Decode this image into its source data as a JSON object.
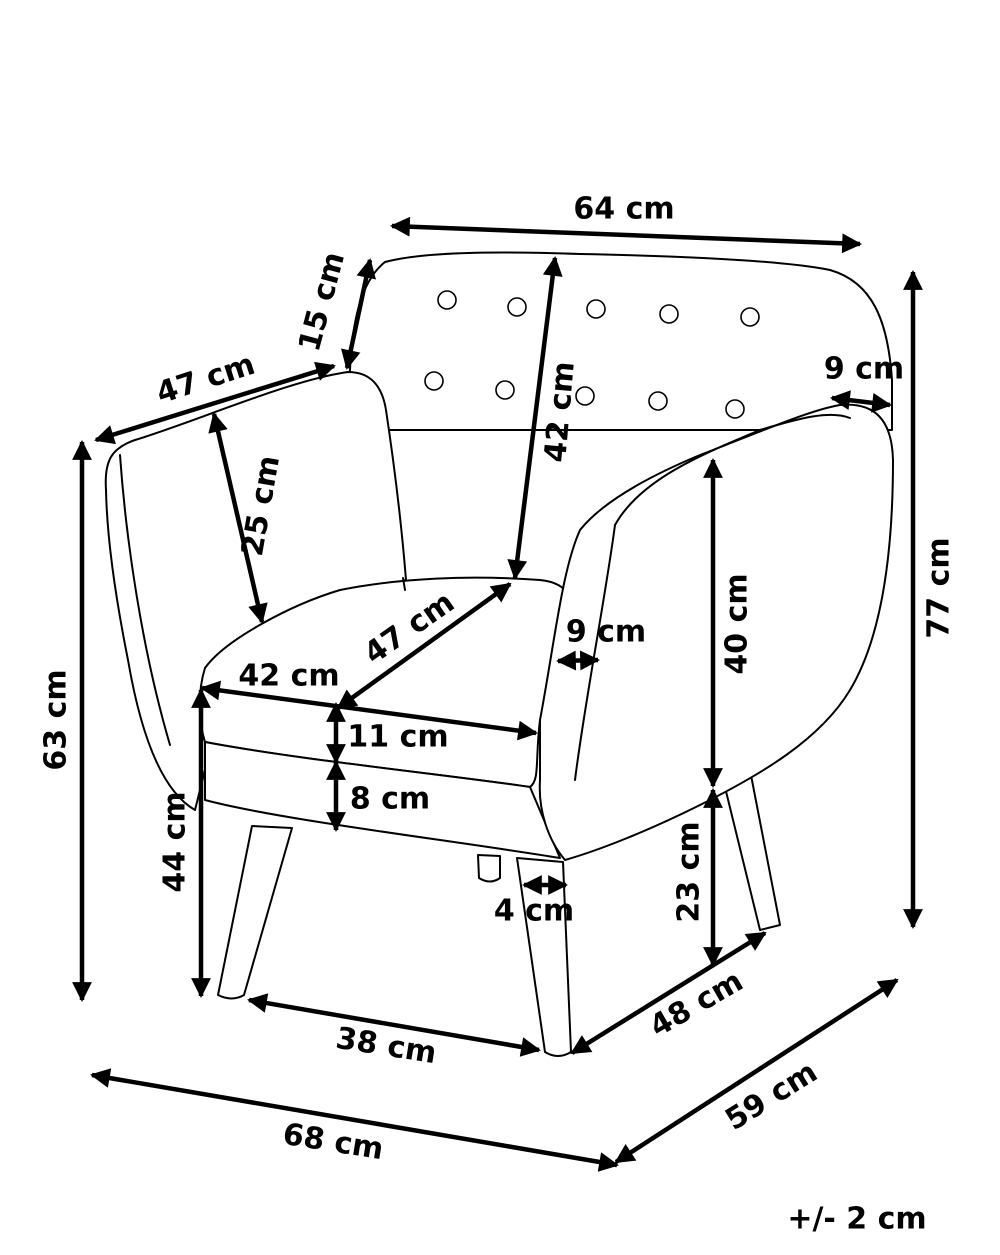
{
  "diagram": {
    "subject": "armchair",
    "line_color": "#000000",
    "background": "#ffffff",
    "tolerance": "+/- 2 cm",
    "dimensions": [
      {
        "id": "top-width",
        "label": "64 cm"
      },
      {
        "id": "backrest-top-depth",
        "label": "15 cm"
      },
      {
        "id": "armrest-length",
        "label": "47 cm"
      },
      {
        "id": "backrest-height",
        "label": "42 cm"
      },
      {
        "id": "armrest-width-right",
        "label": "9 cm"
      },
      {
        "id": "armrest-inner-height",
        "label": "25 cm"
      },
      {
        "id": "total-height",
        "label": "77 cm"
      },
      {
        "id": "arm-height-side",
        "label": "40 cm"
      },
      {
        "id": "seat-depth",
        "label": "47 cm"
      },
      {
        "id": "armrest-width-inner",
        "label": "9 cm"
      },
      {
        "id": "seat-width",
        "label": "42 cm"
      },
      {
        "id": "armrest-height-left",
        "label": "63 cm"
      },
      {
        "id": "seat-cushion-height",
        "label": "11 cm"
      },
      {
        "id": "seat-base-height",
        "label": "8 cm"
      },
      {
        "id": "seat-height",
        "label": "44 cm"
      },
      {
        "id": "leg-height",
        "label": "23 cm"
      },
      {
        "id": "leg-width",
        "label": "4 cm"
      },
      {
        "id": "leg-span-depth",
        "label": "48 cm"
      },
      {
        "id": "leg-span-width",
        "label": "38 cm"
      },
      {
        "id": "total-width",
        "label": "68 cm"
      },
      {
        "id": "total-depth",
        "label": "59 cm"
      }
    ]
  }
}
